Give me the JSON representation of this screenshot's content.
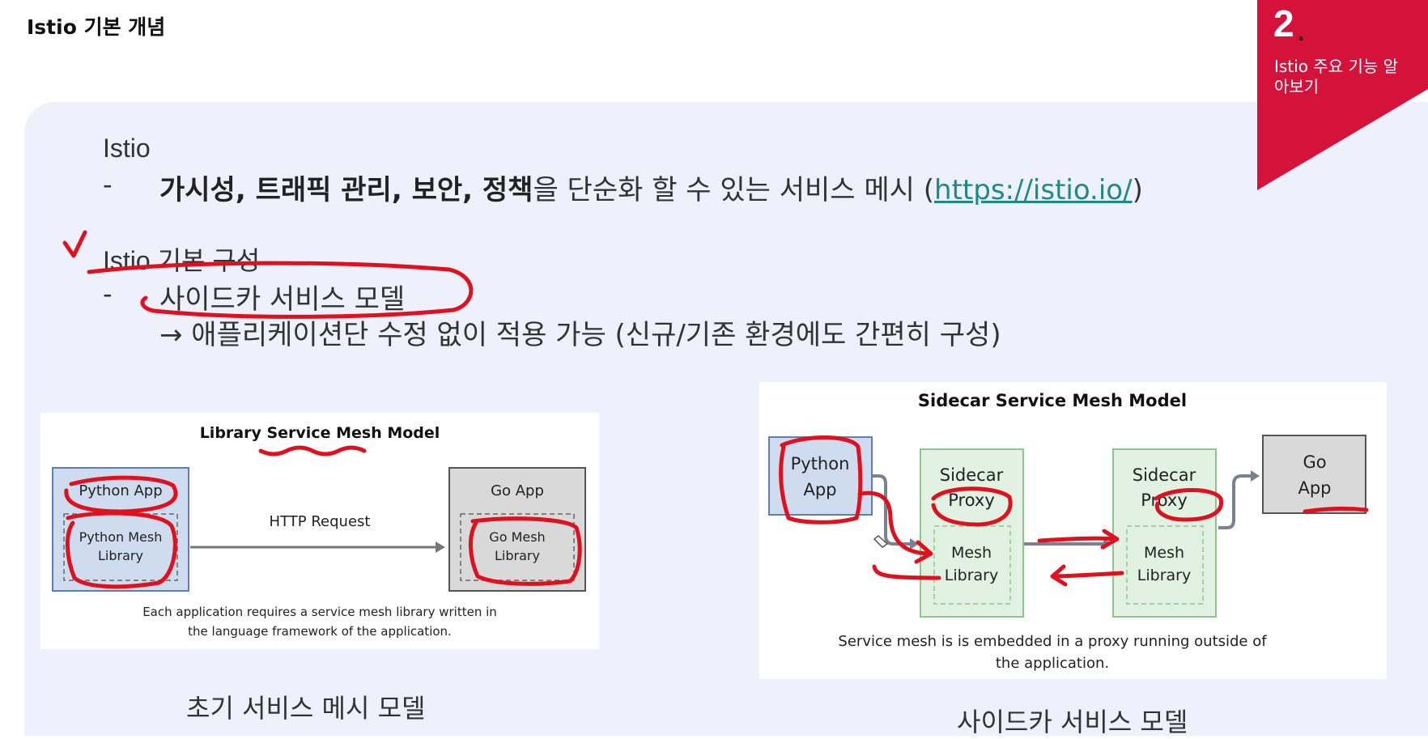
{
  "header": {
    "title": "Istio 기본 개념"
  },
  "section_badge": {
    "number": "2",
    "dot": ".",
    "label": "Istio 주요 기능 알아보기"
  },
  "intro": {
    "heading": "Istio",
    "bullet_dash": "-",
    "bold_text": "가시성, 트래픽 관리, 보안, 정책",
    "rest_text": "을 단순화 할 수 있는 서비스 메시 (",
    "link": "https://istio.io/",
    "close": ")"
  },
  "basic": {
    "heading": "Istio 기본 구성",
    "bullet_dash": "-",
    "bullet": "사이드카 서비스 모델",
    "sub": "→ 애플리케이션단 수정 없이 적용 가능 (신규/기존 환경에도 간편히 구성)"
  },
  "library_diagram": {
    "title": "Library Service Mesh Model",
    "python_app": "Python App",
    "python_lib_1": "Python Mesh",
    "python_lib_2": "Library",
    "request": "HTTP Request",
    "go_app": "Go App",
    "go_lib_1": "Go Mesh",
    "go_lib_2": "Library",
    "note_1": "Each application requires a service mesh library written in",
    "note_2": "the language framework of the application.",
    "caption": "초기 서비스 메시 모델"
  },
  "sidecar_diagram": {
    "title": "Sidecar Service Mesh Model",
    "python_1": "Python",
    "python_2": "App",
    "sidecar_1": "Sidecar",
    "proxy_1": "Proxy",
    "mesh_1": "Mesh",
    "lib_1": "Library",
    "sidecar_2": "Sidecar",
    "proxy_2": "Proxy",
    "mesh_2": "Mesh",
    "lib_2": "Library",
    "go_1": "Go",
    "go_2": "App",
    "note_1": "Service mesh is is embedded in a proxy running outside of",
    "note_2": "the application.",
    "caption": "사이드카 서비스 모델"
  },
  "colors": {
    "accent": "#d4123a",
    "link": "#1a8a8a",
    "panel": "#eef1fb",
    "ink": "#e0101e"
  }
}
